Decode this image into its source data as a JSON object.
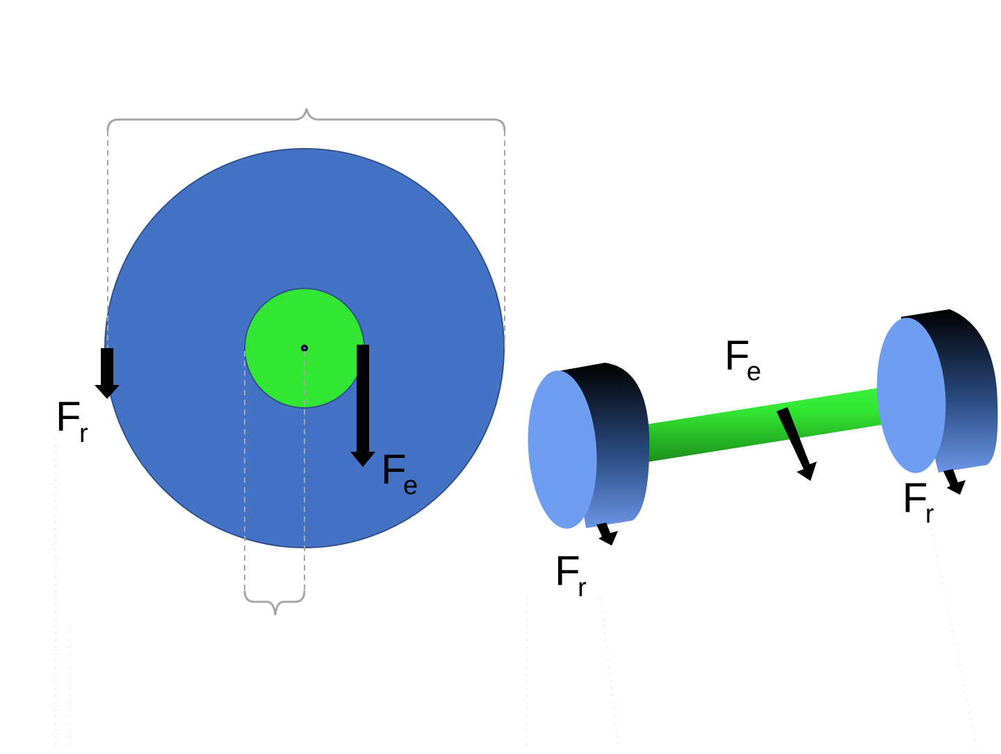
{
  "colors": {
    "background": "#ffffff",
    "wheel_blue": "#4472c4",
    "wheel_outline": "#2f528f",
    "axle_green": "#33e633",
    "disk_face": "#6f9ef0",
    "arrow": "#000000",
    "guide_gray": "#a6a6a6"
  },
  "front_view": {
    "label_rim_force": {
      "main": "F",
      "sub": "r"
    },
    "label_axle_force": {
      "main": "F",
      "sub": "e"
    }
  },
  "side_view": {
    "label_axle_force": {
      "main": "F",
      "sub": "e"
    },
    "label_left_wheel_force": {
      "main": "F",
      "sub": "r"
    },
    "label_right_wheel_force": {
      "main": "F",
      "sub": "r"
    }
  }
}
